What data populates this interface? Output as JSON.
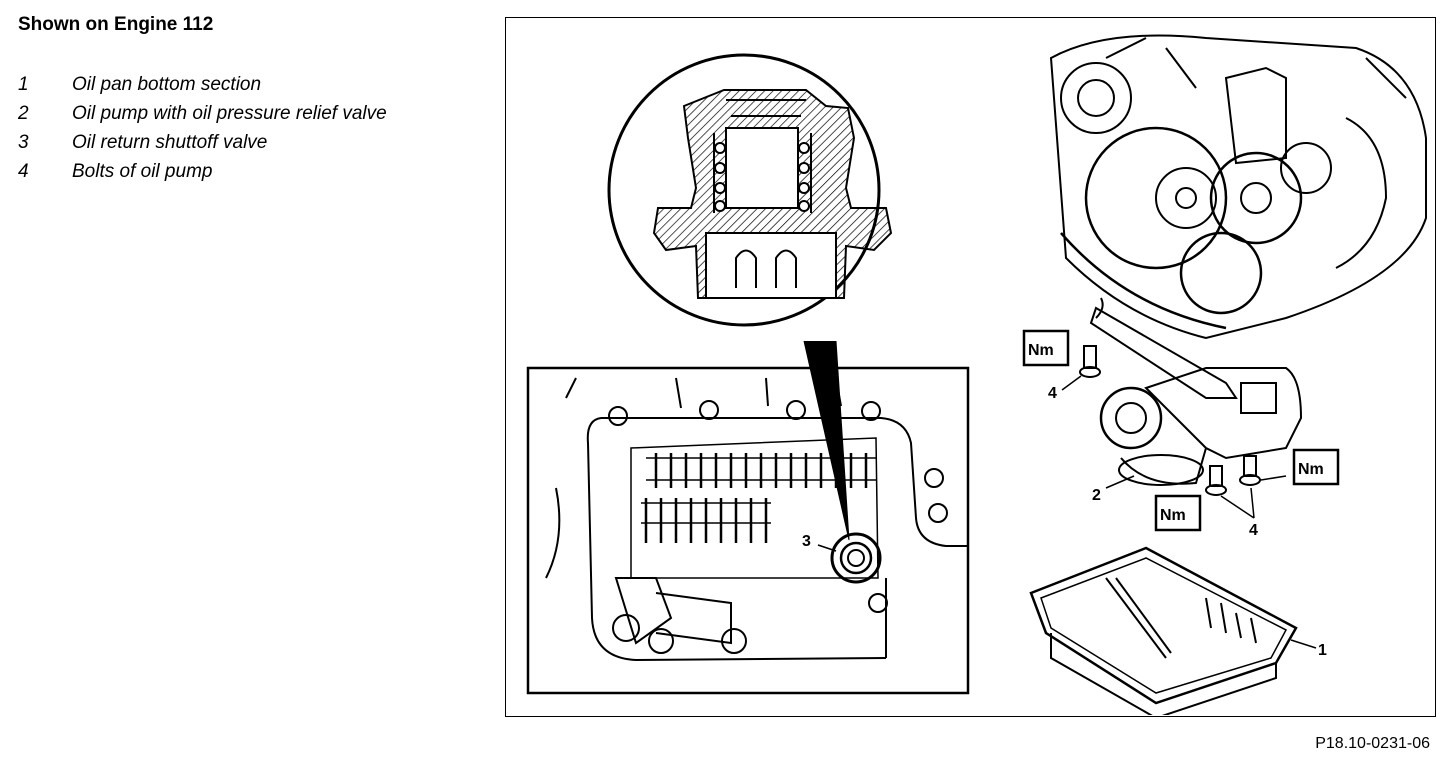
{
  "heading": "Shown on Engine 112",
  "legend": [
    {
      "num": "1",
      "text": "Oil pan bottom section"
    },
    {
      "num": "2",
      "text": "Oil pump with oil pressure relief valve"
    },
    {
      "num": "3",
      "text": "Oil return shuttoff valve"
    },
    {
      "num": "4",
      "text": "Bolts of oil pump"
    }
  ],
  "figure": {
    "callouts": {
      "c1": "1",
      "c2": "2",
      "c3": "3",
      "c4a": "4",
      "c4b": "4"
    },
    "torque_label": "Nm"
  },
  "caption": "P18.10-0231-06"
}
